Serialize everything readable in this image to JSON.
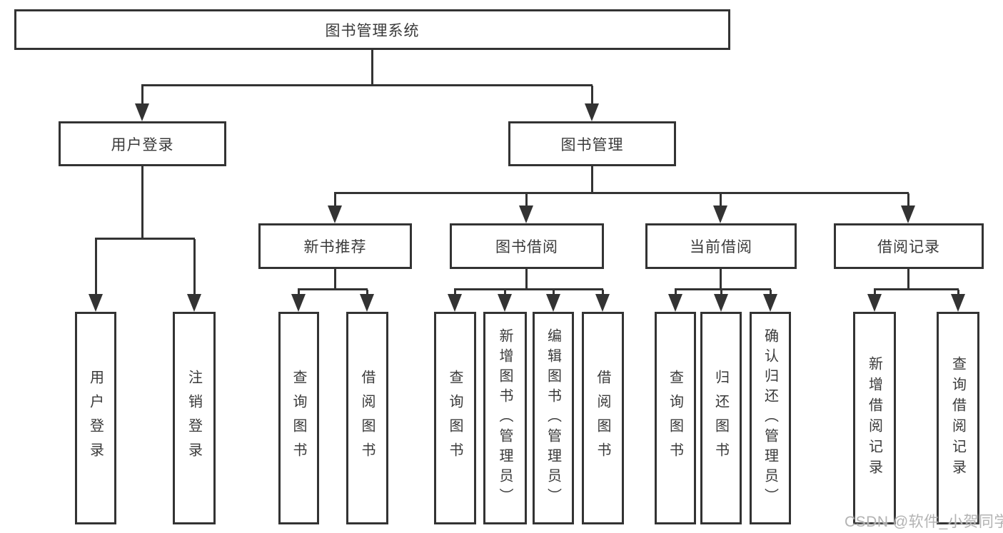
{
  "tree": {
    "root": {
      "label": "图书管理系统",
      "children": [
        {
          "label": "用户登录",
          "children": [
            {
              "label": "用户登录"
            },
            {
              "label": "注销登录"
            }
          ]
        },
        {
          "label": "图书管理",
          "children": [
            {
              "label": "新书推荐",
              "children": [
                {
                  "label": "查询图书"
                },
                {
                  "label": "借阅图书"
                }
              ]
            },
            {
              "label": "图书借阅",
              "children": [
                {
                  "label": "查询图书"
                },
                {
                  "label": "新增图书（管理员）"
                },
                {
                  "label": "编辑图书（管理员）"
                },
                {
                  "label": "借阅图书"
                }
              ]
            },
            {
              "label": "当前借阅",
              "children": [
                {
                  "label": "查询图书"
                },
                {
                  "label": "归还图书"
                },
                {
                  "label": "确认归还（管理员）"
                }
              ]
            },
            {
              "label": "借阅记录",
              "children": [
                {
                  "label": "新增借阅记录"
                },
                {
                  "label": "查询借阅记录"
                }
              ]
            }
          ]
        }
      ]
    }
  },
  "watermark": {
    "text": "CSDN @软件_小贺同学"
  },
  "colors": {
    "line": "#333333",
    "text": "#3a3a3a",
    "background": "#ffffff",
    "watermark": "#b3b3b3"
  }
}
